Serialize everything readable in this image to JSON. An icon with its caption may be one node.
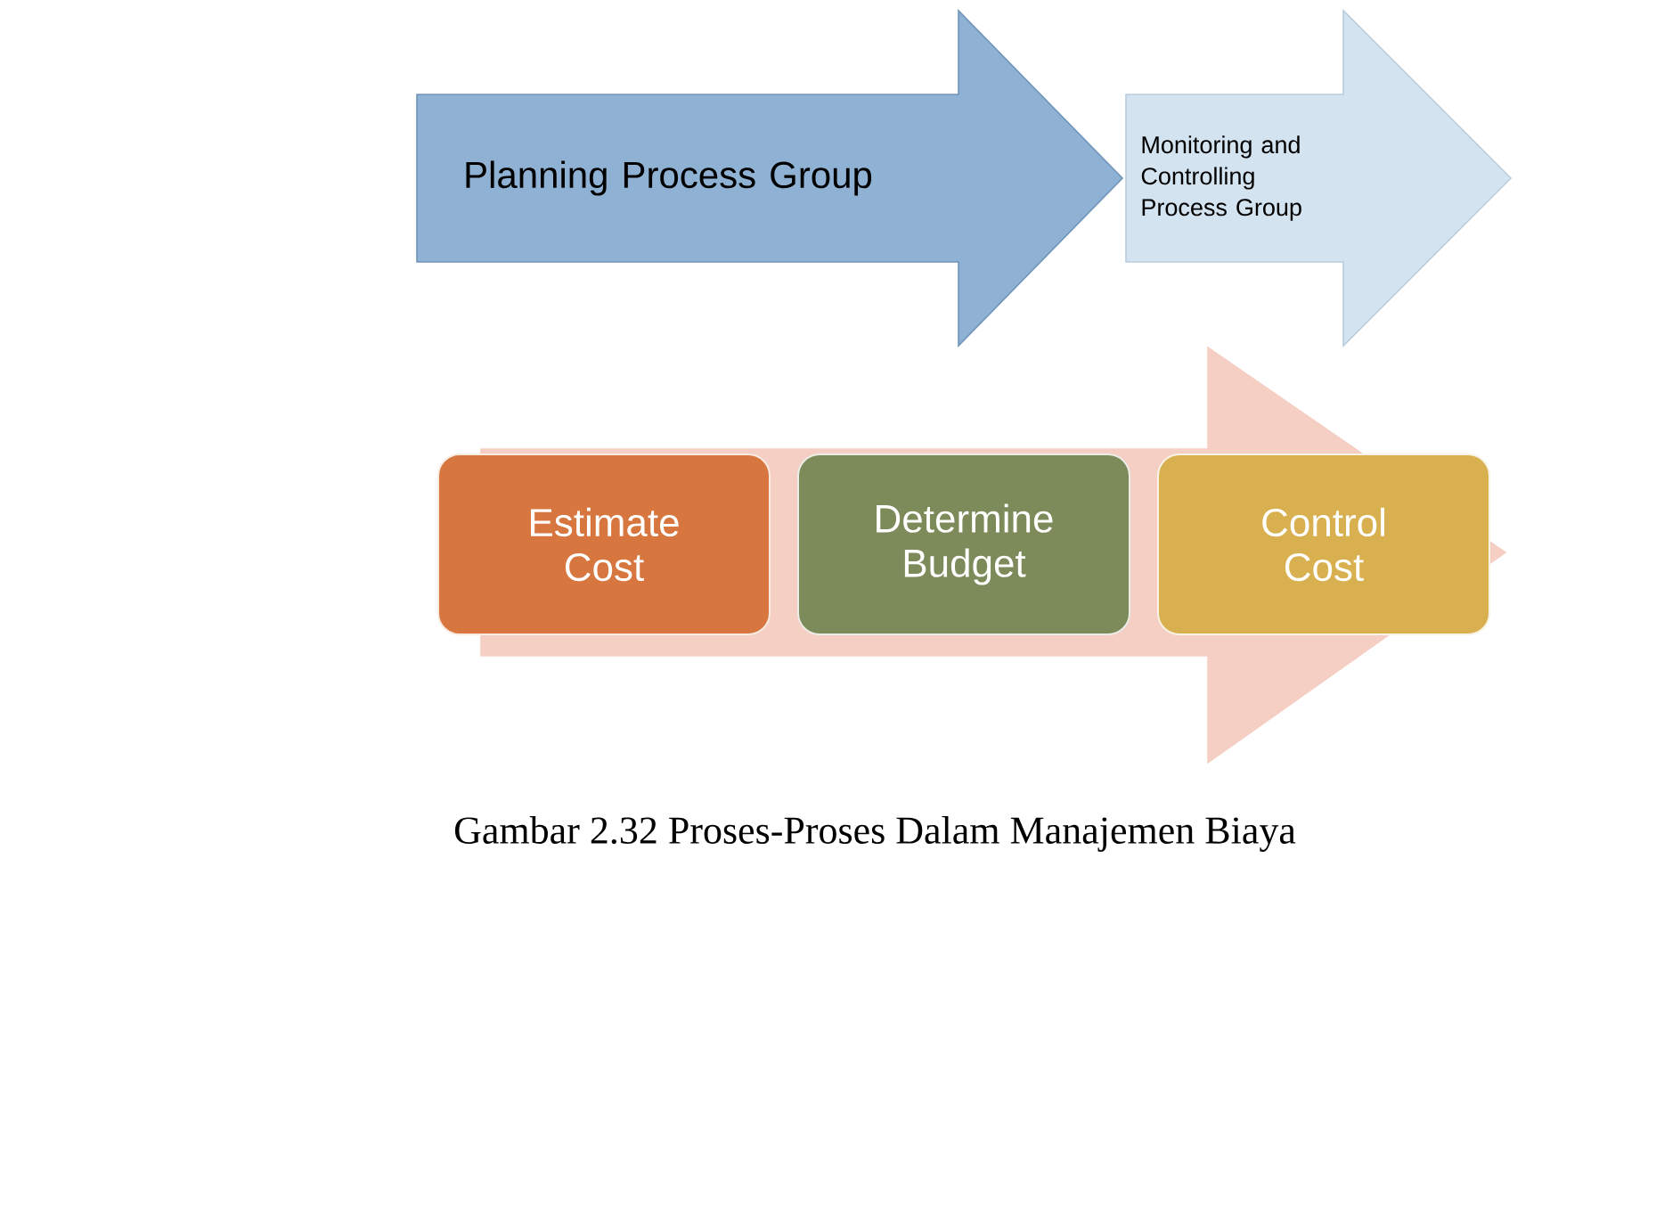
{
  "diagram": {
    "caption": "Gambar 2.32 Proses-Proses Dalam Manajemen Biaya",
    "nodes": [
      {
        "text": [
          "Planning Process Group"
        ]
      },
      {
        "text": [
          "Monitoring and Controlling Process Group"
        ]
      },
      {
        "text": [],
        "shape": "arrow"
      },
      {
        "text": [
          "Estimate Cost"
        ]
      },
      {
        "text": [
          "Determine Budget"
        ],
        "in": 2
      },
      {
        "text": [
          "Control Cost"
        ],
        "in": 2
      }
    ]
  }
}
